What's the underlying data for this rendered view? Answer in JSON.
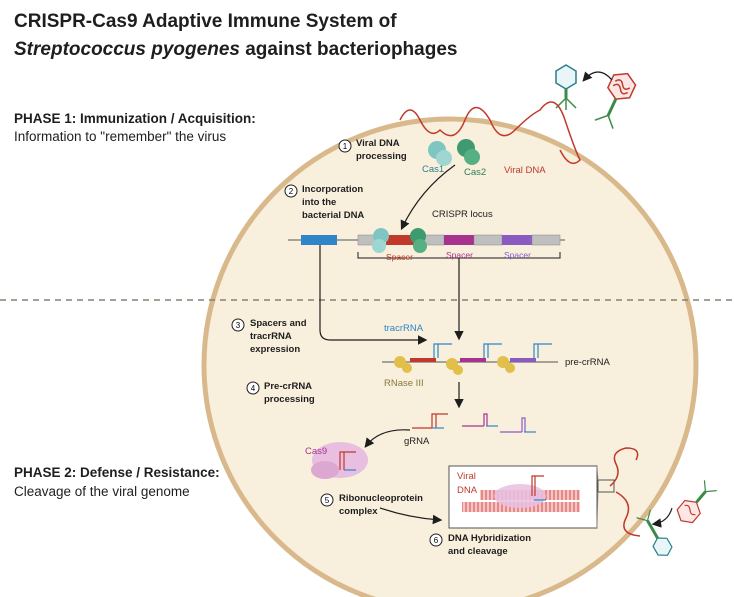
{
  "title": {
    "line1": "CRISPR-Cas9 Adaptive Immune System of",
    "italic": "Streptococcus pyogenes",
    "line2_rest": " against bacteriophages"
  },
  "phase1": {
    "title": "PHASE 1: Immunization / Acquisition:",
    "subtitle": "Information to \"remember\" the virus"
  },
  "phase2": {
    "title": "PHASE 2: Defense / Resistance:",
    "subtitle": "Cleavage of the viral genome"
  },
  "steps": [
    {
      "num": "1",
      "line1": "Viral DNA",
      "line2": "processing",
      "line3": ""
    },
    {
      "num": "2",
      "line1": "Incorporation",
      "line2": "into the",
      "line3": "bacterial DNA"
    },
    {
      "num": "3",
      "line1": "Spacers and",
      "line2": "tracrRNA",
      "line3": "expression"
    },
    {
      "num": "4",
      "line1": "Pre-crRNA",
      "line2": "processing",
      "line3": ""
    },
    {
      "num": "5",
      "line1": "Ribonucleoprotein",
      "line2": "complex",
      "line3": ""
    },
    {
      "num": "6",
      "line1": "DNA Hybridization",
      "line2": "and cleavage",
      "line3": ""
    }
  ],
  "labels": {
    "cas1": "Cas1",
    "cas2": "Cas2",
    "viral_dna": "Viral DNA",
    "crispr_locus": "CRISPR locus",
    "spacer1": "Spacer",
    "spacer2": "Spacer",
    "spacer3": "Spacer",
    "tracrrna": "tracrRNA",
    "pre_crrna": "pre-crRNA",
    "rnase": "RNase III",
    "grna": "gRNA",
    "cas9": "Cas9",
    "inset_viral": "Viral",
    "inset_dna": "DNA"
  },
  "colors": {
    "cell_fill": "#f8efdc",
    "cell_border": "#d9b98c",
    "viral_red": "#c0392b",
    "cas1": "#7fc6c2",
    "cas2": "#3e9a6f",
    "spacer_red": "#c0392b",
    "spacer_magenta": "#a8338f",
    "spacer_purple": "#8a5cc2",
    "repeat_gray": "#bfbfbf",
    "blue_gene": "#2e86c9",
    "rnase": "#e2bf4a",
    "cas9": "#e8bfe0",
    "grna_blue": "#2e86c9"
  }
}
